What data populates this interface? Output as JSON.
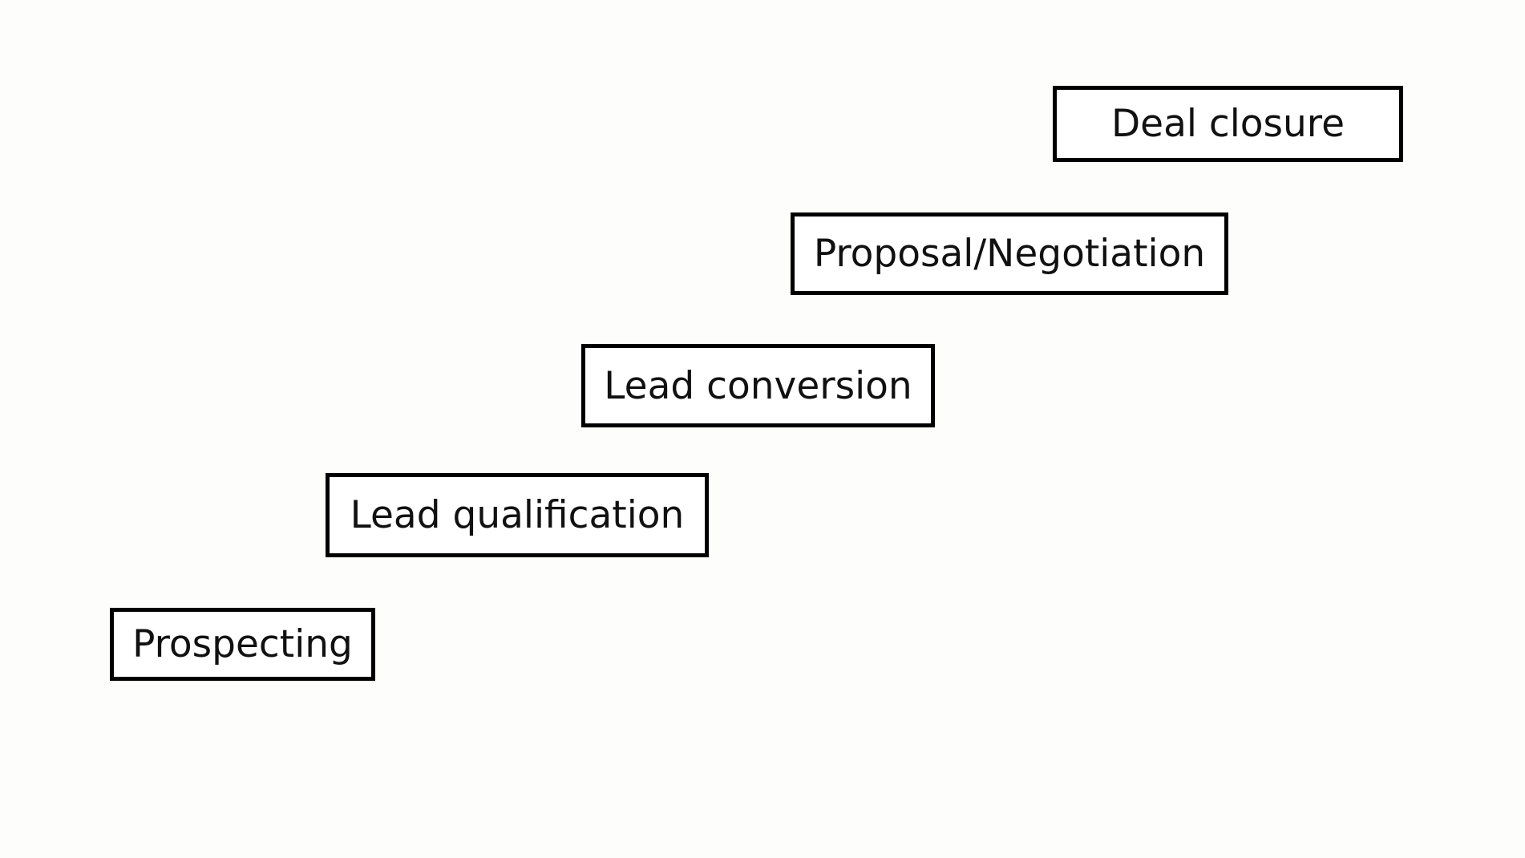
{
  "diagram": {
    "stages": [
      {
        "label": "Prospecting"
      },
      {
        "label": "Lead qualification"
      },
      {
        "label": "Lead conversion"
      },
      {
        "label": "Proposal/Negotiation"
      },
      {
        "label": "Deal closure"
      }
    ]
  }
}
